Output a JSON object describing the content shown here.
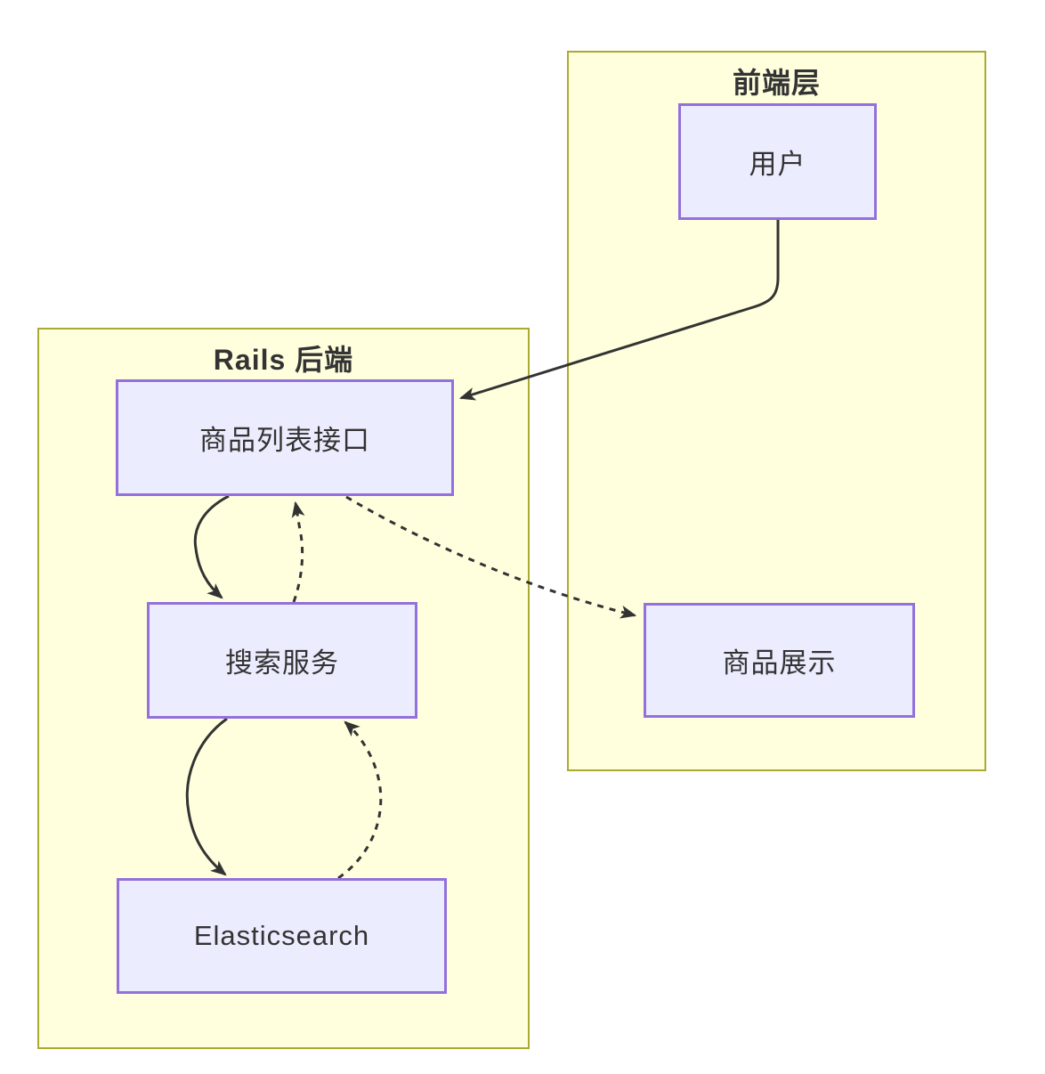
{
  "diagram": {
    "type": "flowchart",
    "background": "#ffffff",
    "clusters": [
      {
        "id": "frontend",
        "title": "前端层"
      },
      {
        "id": "rails-backend",
        "title": "Rails 后端"
      }
    ],
    "nodes": [
      {
        "id": "user",
        "label": "用户",
        "cluster": "frontend"
      },
      {
        "id": "product-list-api",
        "label": "商品列表接口",
        "cluster": "rails-backend"
      },
      {
        "id": "search-service",
        "label": "搜索服务",
        "cluster": "rails-backend"
      },
      {
        "id": "elasticsearch",
        "label": "Elasticsearch",
        "cluster": "rails-backend"
      },
      {
        "id": "product-display",
        "label": "商品展示",
        "cluster": "frontend"
      }
    ],
    "edges": [
      {
        "from": "用户",
        "to": "商品列表接口",
        "style": "solid"
      },
      {
        "from": "商品列表接口",
        "to": "搜索服务",
        "style": "solid"
      },
      {
        "from": "搜索服务",
        "to": "商品列表接口",
        "style": "dashed"
      },
      {
        "from": "商品列表接口",
        "to": "商品展示",
        "style": "dashed"
      },
      {
        "from": "搜索服务",
        "to": "Elasticsearch",
        "style": "solid"
      },
      {
        "from": "Elasticsearch",
        "to": "搜索服务",
        "style": "dashed"
      }
    ],
    "colors": {
      "cluster_fill": "#ffffde",
      "cluster_border": "#aaaa33",
      "node_fill": "#ececff",
      "node_border": "#9370db",
      "edge": "#333333",
      "text": "#333333",
      "background": "#ffffff"
    }
  }
}
